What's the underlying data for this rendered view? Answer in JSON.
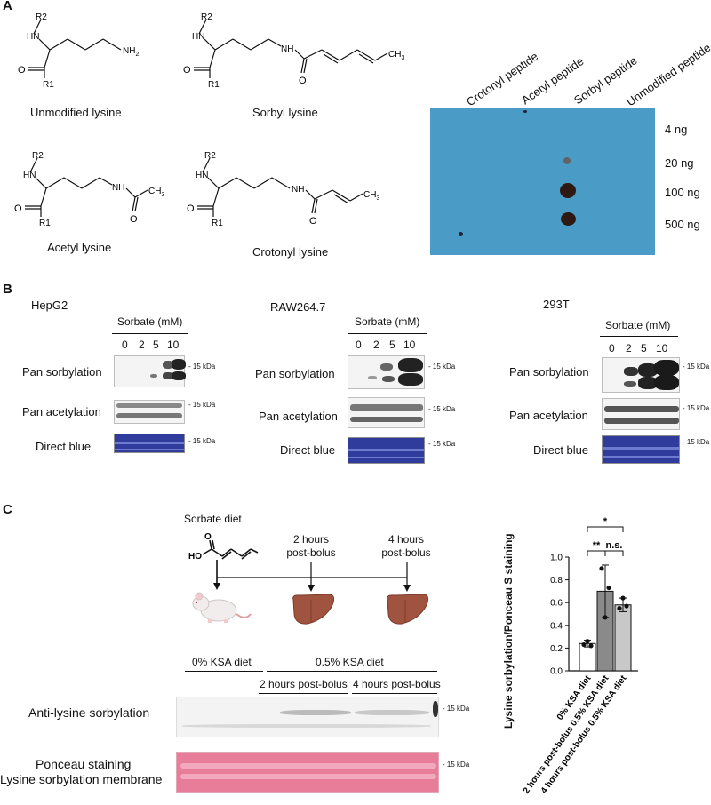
{
  "panels": {
    "a": "A",
    "b": "B",
    "c": "C"
  },
  "structures": {
    "unmodified": {
      "caption": "Unmodified lysine",
      "r2": "R2",
      "r1": "R1",
      "hn": "HN",
      "nh2": "NH",
      "nh2_sub": "2"
    },
    "sorbyl": {
      "caption": "Sorbyl lysine",
      "r2": "R2",
      "r1": "R1",
      "hn": "HN",
      "nh": "NH",
      "ch3": "CH",
      "ch3_sub": "3"
    },
    "acetyl": {
      "caption": "Acetyl lysine",
      "r2": "R2",
      "r1": "R1",
      "hn": "HN",
      "nh": "NH",
      "ch3": "CH",
      "ch3_sub": "3"
    },
    "crotonyl": {
      "caption": "Crotonyl lysine",
      "r2": "R2",
      "r1": "R1",
      "hn": "HN",
      "nh": "NH",
      "ch3": "CH",
      "ch3_sub": "3"
    },
    "o": "O"
  },
  "dot_blot": {
    "columns": [
      "Crotonyl peptide",
      "Acetyl peptide",
      "Sorbyl peptide",
      "Unmodified peptide"
    ],
    "rows": [
      "4 ng",
      "20 ng",
      "100 ng",
      "500 ng"
    ],
    "background": "#4a9cc6"
  },
  "panel_b": {
    "cells": [
      {
        "name": "HepG2",
        "label": ""
      },
      {
        "name": "RAW264.7",
        "label": ""
      },
      {
        "name": "293T",
        "label": ""
      }
    ],
    "sorbate_label": "Sorbate (mM)",
    "doses": [
      "0",
      "2",
      "5",
      "10"
    ],
    "rows": [
      "Pan sorbylation",
      "Pan acetylation",
      "Direct blue"
    ],
    "kda": "- 15 kDa"
  },
  "panel_c": {
    "diet_title": "Sorbate diet",
    "ho": "HO",
    "o": "O",
    "timepoints": [
      "2 hours\npost-bolus",
      "4 hours\npost-bolus"
    ],
    "group_0": "0% KSA diet",
    "group_05": "0.5% KSA diet",
    "sub_2h": "2 hours post-bolus",
    "sub_4h": "4 hours post-bolus",
    "row_anti": "Anti-lysine sorbylation",
    "row_ponceau_1": "Ponceau staining",
    "row_ponceau_2": "Lysine sorbylation membrane",
    "kda": "- 15 kDa",
    "colors": {
      "ponceau": "#e87d9a",
      "liver": "#a0543f",
      "gray_bar": "#a8a8a8",
      "dark_bar": "#8a8a8a"
    }
  },
  "chart_data": {
    "type": "bar",
    "categories": [
      "0% KSA diet",
      "2 hours post-bolus 0.5% KSA diet",
      "4 hours post-bolus 0.5% KSA diet"
    ],
    "values": [
      0.24,
      0.7,
      0.58
    ],
    "errors": [
      0.03,
      0.23,
      0.06
    ],
    "points": [
      [
        0.23,
        0.26,
        0.22
      ],
      [
        0.9,
        0.47,
        0.73
      ],
      [
        0.55,
        0.64,
        0.57
      ]
    ],
    "bar_colors": [
      "#ffffff",
      "#8a8a8a",
      "#c8c8c8"
    ],
    "ylabel": "Lysine sorbylation/Ponceau S staining",
    "ylim": [
      0,
      1.0
    ],
    "yticks": [
      "0.0",
      "0.2",
      "0.4",
      "0.6",
      "0.8",
      "1.0"
    ],
    "annotations": [
      {
        "text": "*",
        "from": 0,
        "to": 2
      },
      {
        "text": "**",
        "from": 0,
        "to": 1
      },
      {
        "text": "n.s.",
        "from": 1,
        "to": 2
      }
    ]
  }
}
